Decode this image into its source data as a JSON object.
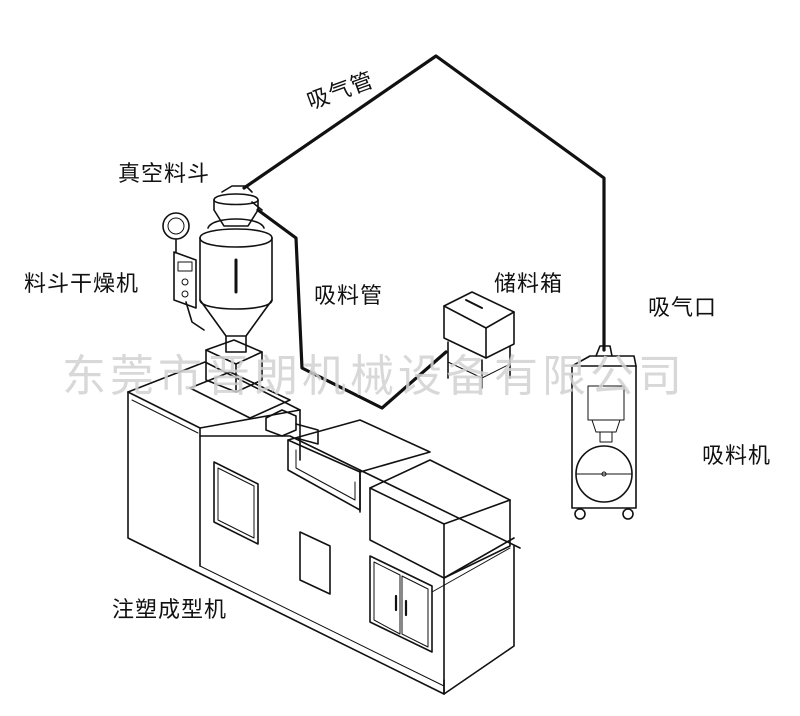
{
  "labels": {
    "suction_pipe": "吸气管",
    "vacuum_hopper": "真空料斗",
    "hopper_dryer": "料斗干燥机",
    "feed_pipe": "吸料管",
    "storage_box": "储料箱",
    "air_inlet": "吸气口",
    "loader": "吸料机",
    "injection_machine": "注塑成型机"
  },
  "watermark": "东莞市晋朗机械设备有限公司"
}
